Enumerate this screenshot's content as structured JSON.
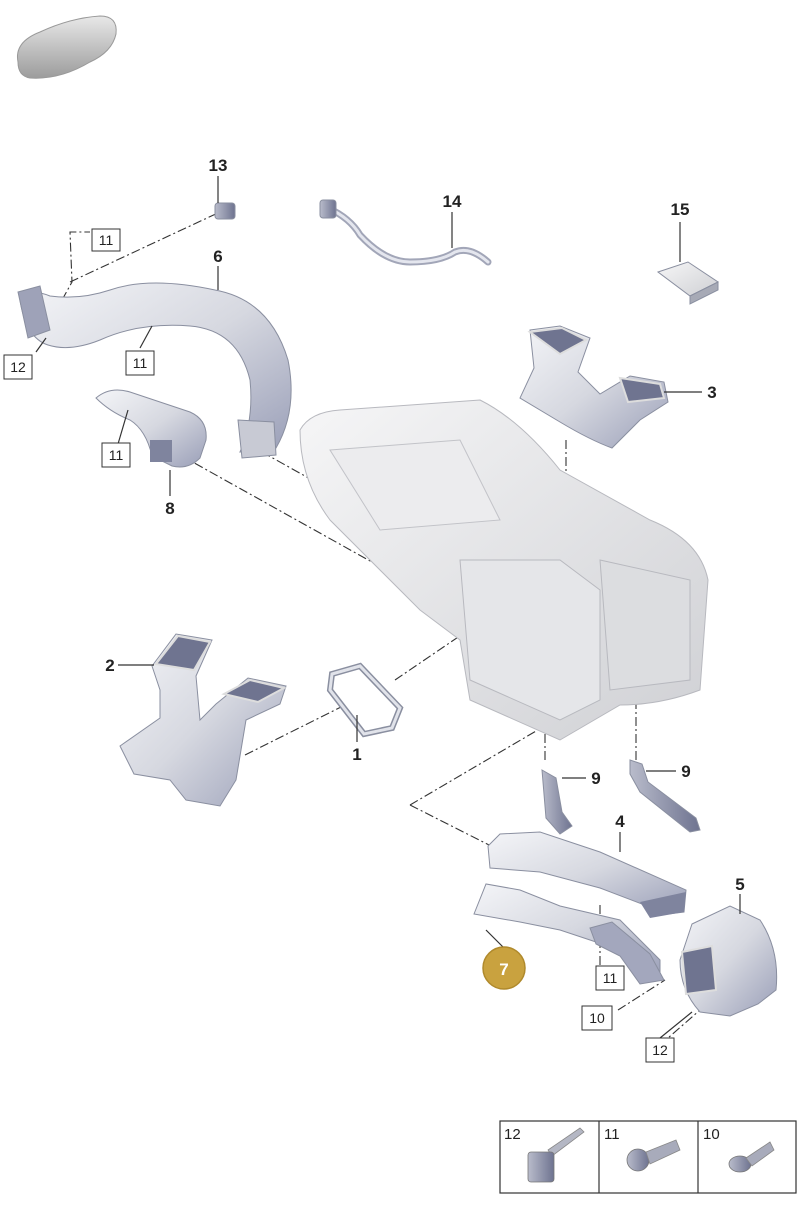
{
  "diagram": {
    "vehicle_icon": "car-silhouette-icon",
    "callouts": {
      "part_1": "1",
      "part_2": "2",
      "part_3": "3",
      "part_4": "4",
      "part_5": "5",
      "part_6": "6",
      "part_7": "7",
      "part_8": "8",
      "part_9_left": "9",
      "part_9_right": "9",
      "part_13": "13",
      "part_14": "14",
      "part_15": "15"
    },
    "boxed_labels": {
      "top_left_11": "11",
      "left_12": "12",
      "duct_11": "11",
      "bracket_11": "11",
      "lower_11": "11",
      "lower_10": "10",
      "lower_12": "12"
    },
    "highlight": {
      "part": "7",
      "color": "#c9a23f"
    },
    "legend": {
      "items": [
        {
          "label": "12",
          "icon": "clip-fastener-icon"
        },
        {
          "label": "11",
          "icon": "screw-icon"
        },
        {
          "label": "10",
          "icon": "bolt-with-washer-icon"
        }
      ]
    }
  }
}
